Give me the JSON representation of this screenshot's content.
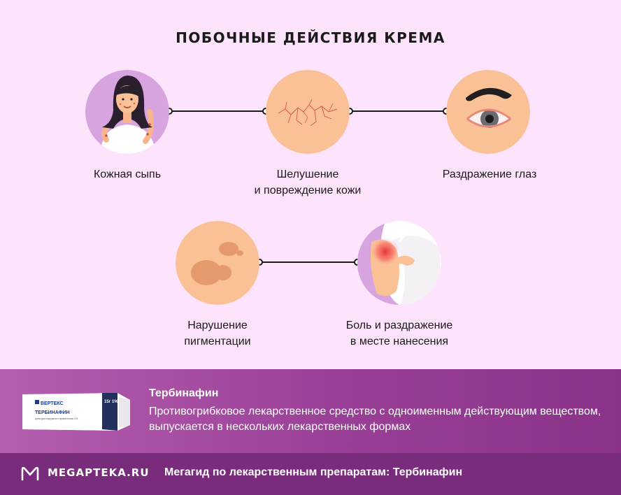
{
  "title": "ПОБОЧНЫЕ ДЕЙСТВИЯ КРЕМА",
  "effects": [
    {
      "label": "Кожная сыпь",
      "icon": "woman-rash-icon"
    },
    {
      "label": "Шелушение\nи повреждение кожи",
      "icon": "cracked-skin-icon"
    },
    {
      "label": "Раздражение глаз",
      "icon": "irritated-eye-icon"
    },
    {
      "label": "Нарушение\nпигментации",
      "icon": "pigment-spots-icon"
    },
    {
      "label": "Боль и раздражение\nв месте нанесения",
      "icon": "application-pain-icon"
    }
  ],
  "product": {
    "name": "Тербинафин",
    "description": "Противогрибковое лекарственное средство с одноименным действующим веществом, выпускается в нескольких лекарственных формах",
    "tube": {
      "brand": "ВЕРТЕКС",
      "name": "ТЕРБИНАФИН",
      "subtitle": "крем для наружного применения 1%",
      "weight": "15г",
      "percent": "1%"
    }
  },
  "footer": {
    "logo": "MEGAPTEKA.RU",
    "text": "Мегагид по лекарственным препаратам: Тербинафин"
  },
  "colors": {
    "background": "#fde3fb",
    "purple": "#9a3f97",
    "footer": "#7a2c7c",
    "skin": "#fbc196"
  }
}
